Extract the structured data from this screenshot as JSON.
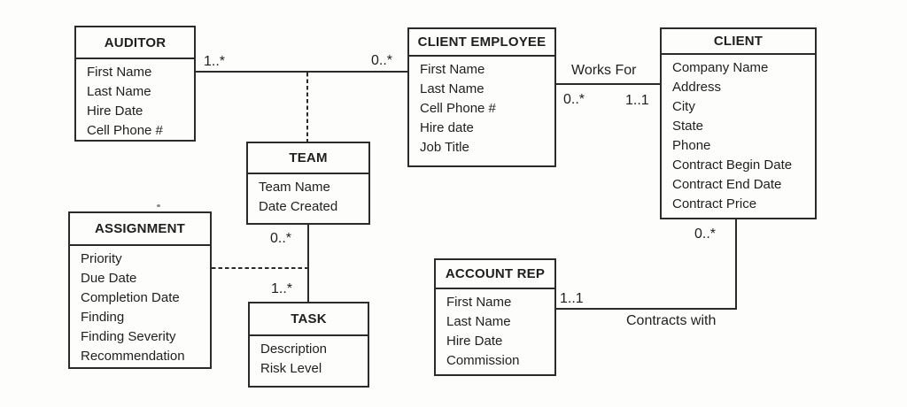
{
  "diagram": {
    "type": "uml-class-diagram",
    "entities": {
      "auditor": {
        "title": "AUDITOR",
        "attributes": [
          "First Name",
          "Last Name",
          "Hire Date",
          "Cell Phone #"
        ]
      },
      "client_employee": {
        "title": "CLIENT EMPLOYEE",
        "attributes": [
          "First Name",
          "Last Name",
          "Cell Phone #",
          "Hire date",
          "Job Title"
        ]
      },
      "client": {
        "title": "CLIENT",
        "attributes": [
          "Company Name",
          "Address",
          "City",
          "State",
          "Phone",
          "Contract Begin Date",
          "Contract End Date",
          "Contract Price"
        ]
      },
      "team": {
        "title": "TEAM",
        "attributes": [
          "Team Name",
          "Date Created"
        ]
      },
      "assignment": {
        "title": "ASSIGNMENT",
        "attributes": [
          "Priority",
          "Due Date",
          "Completion Date",
          "Finding",
          "Finding Severity",
          "Recommendation"
        ]
      },
      "task": {
        "title": "TASK",
        "attributes": [
          "Description",
          "Risk Level"
        ]
      },
      "account_rep": {
        "title": "ACCOUNT REP",
        "attributes": [
          "First Name",
          "Last Name",
          "Hire Date",
          "Commission"
        ]
      }
    },
    "relationships": {
      "audits": {
        "from": "AUDITOR",
        "to": "CLIENT EMPLOYEE",
        "from_cardinality": "1..*",
        "to_cardinality": "0..*",
        "association_class": "TEAM"
      },
      "works_for": {
        "label": "Works For",
        "from": "CLIENT EMPLOYEE",
        "to": "CLIENT",
        "from_cardinality": "0..*",
        "to_cardinality": "1..1"
      },
      "team_task": {
        "from": "TEAM",
        "to": "TASK",
        "from_cardinality": "0..*",
        "to_cardinality": "1..*",
        "association_class": "ASSIGNMENT"
      },
      "contracts_with": {
        "label": "Contracts with",
        "from": "ACCOUNT REP",
        "to": "CLIENT",
        "from_cardinality": "1..1",
        "to_cardinality": "0..*"
      }
    },
    "colors": {
      "line": "#2b2b2b",
      "text": "#1f1f1f",
      "background": "#fdfdfc"
    }
  }
}
